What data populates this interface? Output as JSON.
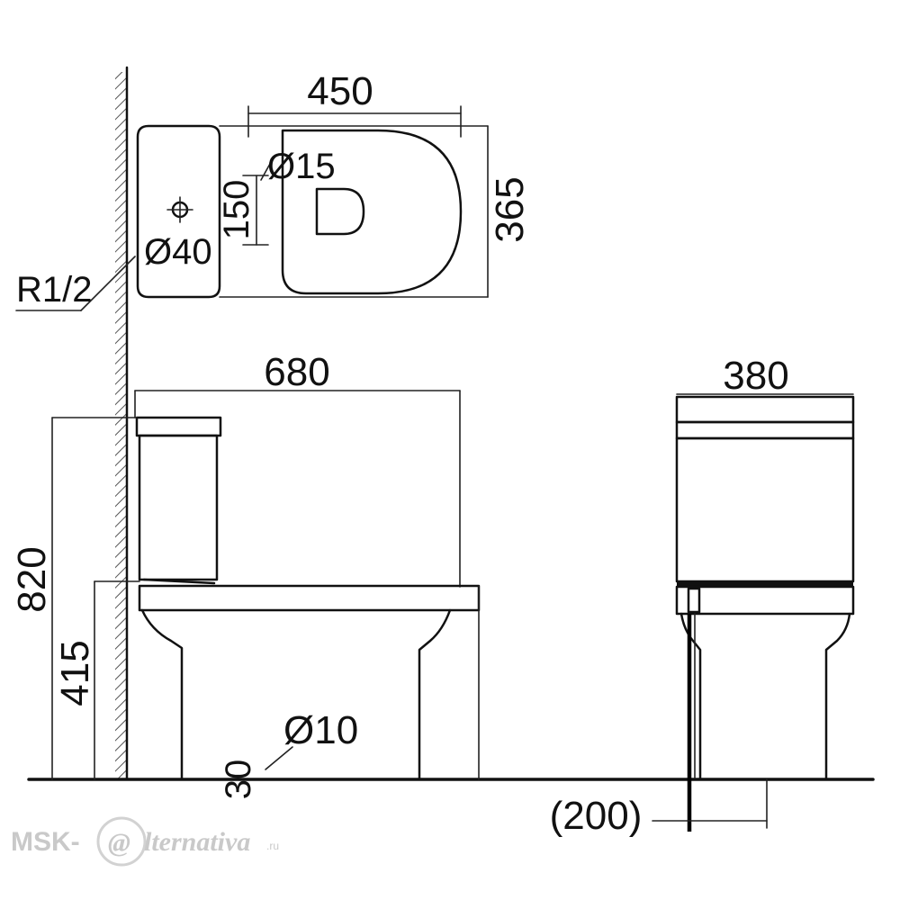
{
  "top_view": {
    "width_dim": "450",
    "depth_dim": "365",
    "outlet_offset_dim": "150",
    "inlet_diameter": "Ø15",
    "hole_diameter": "Ø40",
    "pipe_thread": "R1/2"
  },
  "side_view": {
    "length_dim": "680",
    "total_height_dim": "820",
    "seat_height_dim": "415",
    "bolt_diameter": "Ø10",
    "bolt_offset_dim": "30"
  },
  "front_view": {
    "width_dim": "380",
    "outlet_distance_dim": "(200)"
  },
  "watermark": {
    "brand_left": "MSK-",
    "brand_at": "@",
    "brand_right": "lternativa",
    "domain": ".ru"
  }
}
